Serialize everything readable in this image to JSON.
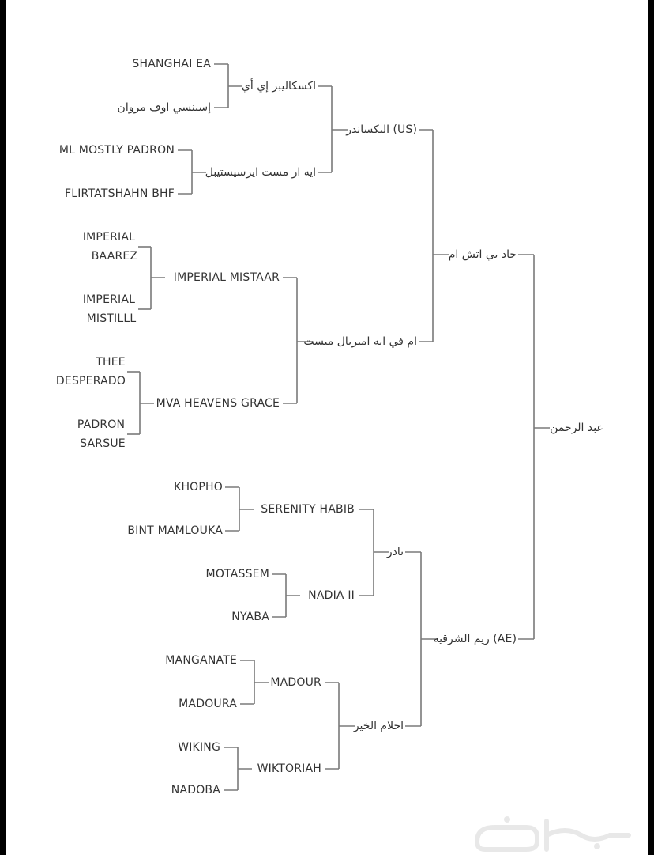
{
  "pedigree": {
    "subject": "عبد الرحمن",
    "sire": "جاد بي اتش ام",
    "dam": "ريم الشرقية (AE)",
    "sire_sire": "اليكساندر (US)",
    "sire_dam": "ام في ايه امبريال ميست",
    "dam_sire": "نادر",
    "dam_dam": "احلام الخير",
    "g3": {
      "excalibur": "اكسكاليبر إي أي",
      "ms_ersestabel": "ايه ار مست ايرسيستيبل",
      "imperial_mistaar": "IMPERIAL MISTAAR",
      "mva_heavens_grace": "MVA HEAVENS GRACE",
      "serenity_habib": "SERENITY HABIB",
      "nadia_ii": "NADIA II",
      "madour": "MADOUR",
      "wiktoriah": "WIKTORIAH"
    },
    "g4": {
      "shanghai_ea": "SHANGHAI EA",
      "espinsi_of_marwan": "إسينسي اوف مروان",
      "ml_mostly_padron": "ML MOSTLY PADRON",
      "flirtatshahn_bhf": "FLIRTATSHAHN BHF",
      "imperial_baarez_1": "IMPERIAL",
      "imperial_baarez_2": "BAAREZ",
      "imperial_mistilll_1": "IMPERIAL",
      "imperial_mistilll_2": "MISTILLL",
      "thee_desperado_1": "THEE",
      "thee_desperado_2": "DESPERADO",
      "padron_sarsue_1": "PADRON",
      "padron_sarsue_2": "SARSUE",
      "khopho": "KHOPHO",
      "bint_mamlouka": "BINT MAMLOUKA",
      "motassem": "MOTASSEM",
      "nyaba": "NYABA",
      "manganate": "MANGANATE",
      "madoura": "MADOURA",
      "wiking": "WIKING",
      "nadoba": "NADOBA"
    }
  },
  "watermark_text": "حراج",
  "colors": {
    "line": "#7a7a7a",
    "text": "#333333",
    "background": "#ffffff",
    "frame": "#000000"
  }
}
